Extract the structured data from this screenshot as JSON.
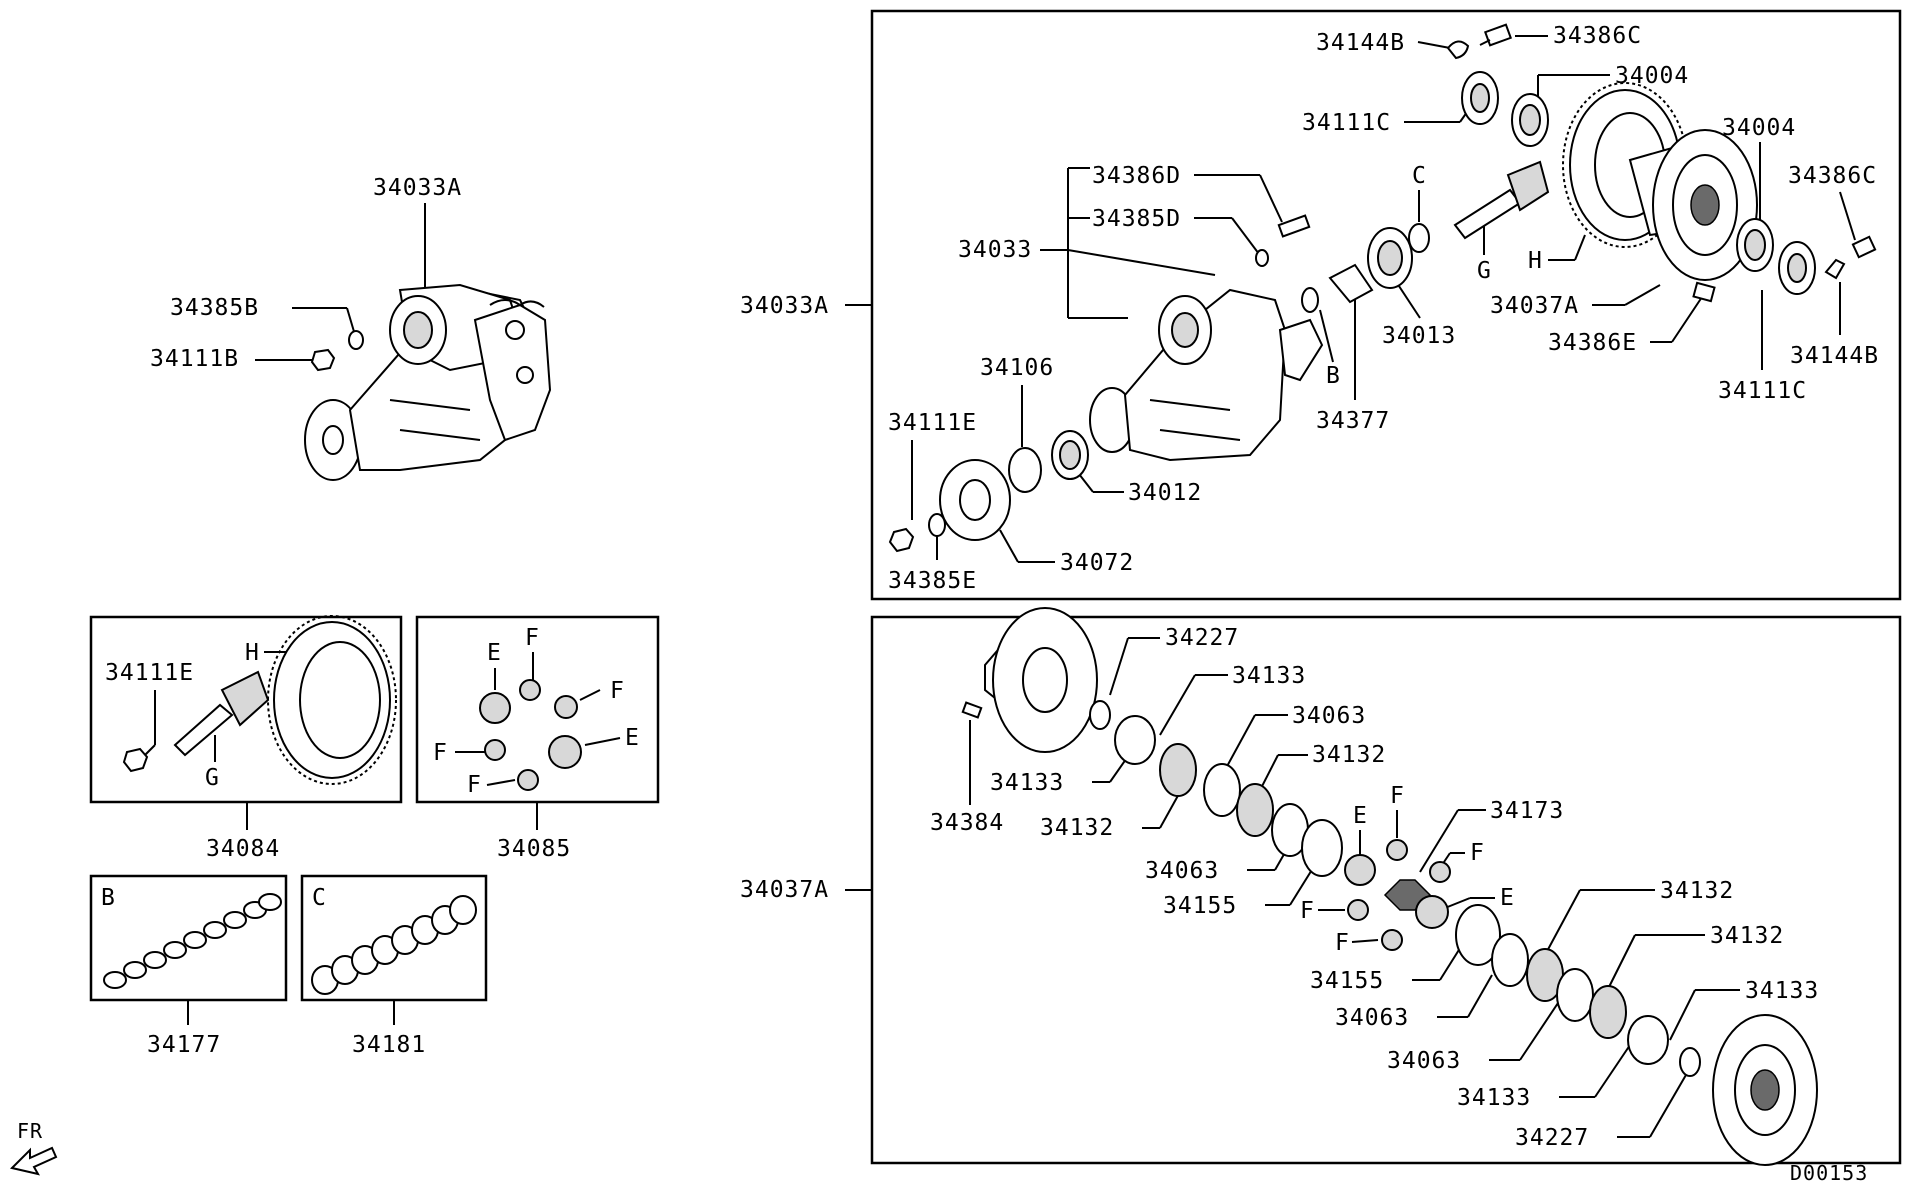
{
  "diagram_id": "D00153",
  "direction_marker": "FR",
  "assembly_left": {
    "main": "34033A",
    "parts": [
      "34385B",
      "34111B"
    ]
  },
  "sub_boxes": {
    "box_34084": {
      "part": "34084",
      "items": [
        "34111E",
        "H",
        "G"
      ]
    },
    "box_34085": {
      "part": "34085",
      "letters": [
        "E",
        "F",
        "F",
        "F",
        "E",
        "F"
      ]
    },
    "box_34177": {
      "part": "34177",
      "letter": "B"
    },
    "box_34181": {
      "part": "34181",
      "letter": "C"
    }
  },
  "top_panel": {
    "ref": "34033A",
    "labels": {
      "p34144B_top": "34144B",
      "p34386C_top": "34386C",
      "p34004_top": "34004",
      "p34111C_top": "34111C",
      "p34004_right": "34004",
      "p34386D": "34386D",
      "p34385D": "34385D",
      "p34033": "34033",
      "c": "C",
      "p34386C_right": "34386C",
      "g": "G",
      "h": "H",
      "p34037A": "34037A",
      "p34013": "34013",
      "p34386E": "34386E",
      "p34144B_right": "34144B",
      "b": "B",
      "p34106": "34106",
      "p34111C_bottom": "34111C",
      "p34377": "34377",
      "p34111E": "34111E",
      "p34012": "34012",
      "p34072": "34072",
      "p34385E": "34385E"
    }
  },
  "bottom_panel": {
    "ref": "34037A",
    "labels": {
      "p34227_a": "34227",
      "p34133_a": "34133",
      "p34063_a": "34063",
      "p34132_a": "34132",
      "p34133_b": "34133",
      "p34384": "34384",
      "p34132_b": "34132",
      "f1": "F",
      "p34173": "34173",
      "e1": "E",
      "f2": "F",
      "p34063_b": "34063",
      "p34155_a": "34155",
      "f3": "F",
      "e2": "E",
      "f4": "F",
      "p34132_c": "34132",
      "p34155_b": "34155",
      "p34132_d": "34132",
      "p34063_c": "34063",
      "p34063_d": "34063",
      "p34133_c": "34133",
      "p34133_d": "34133",
      "p34227_b": "34227"
    }
  }
}
